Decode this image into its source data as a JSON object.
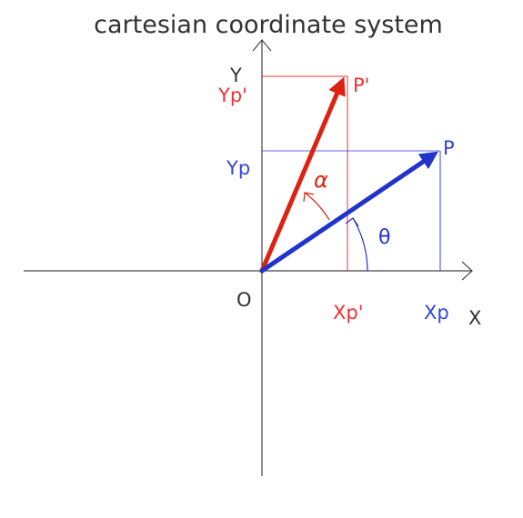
{
  "title": "cartesian coordinate system",
  "labels": {
    "origin": "O",
    "x_axis": "X",
    "y_axis": "Y",
    "point_p": "P",
    "point_p_prime": "P'",
    "xp": "Xp",
    "yp": "Yp",
    "xp_prime": "Xp'",
    "yp_prime": "Yp'",
    "alpha": "α",
    "theta": "θ"
  },
  "colors": {
    "red": "#dd2211",
    "blue": "#2233cc",
    "axis": "#444444",
    "guide_red": "#ee3333",
    "guide_blue": "#3344dd"
  }
}
